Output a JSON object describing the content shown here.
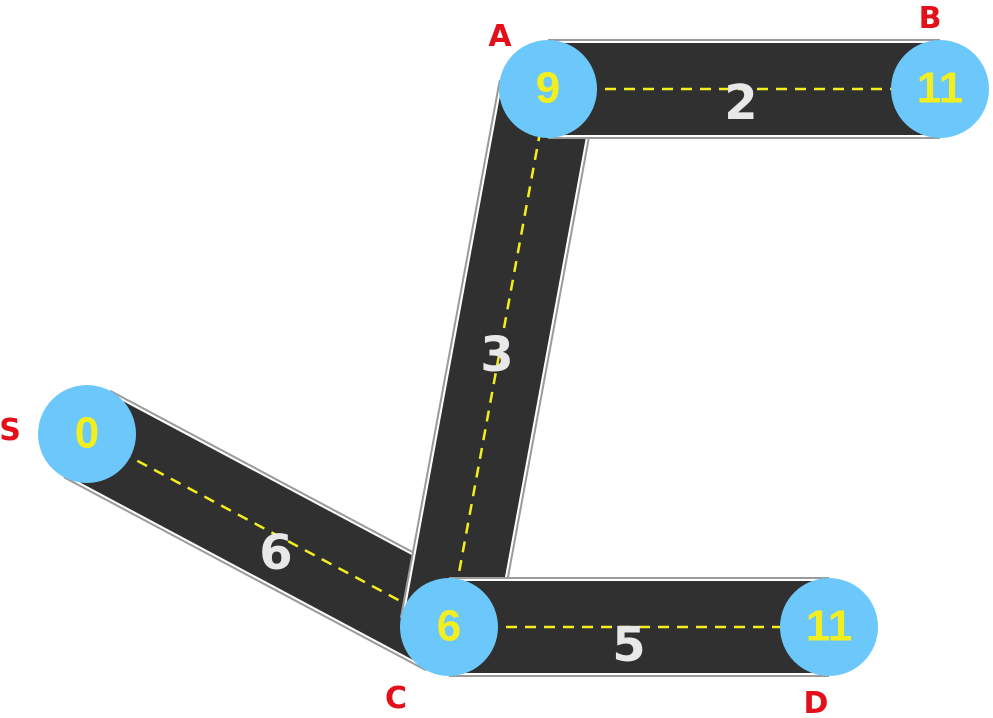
{
  "colors": {
    "road": "#303030",
    "road_edge": "#9a9a9a",
    "lane_line": "#f3ef1e",
    "node_fill": "#6cc8fb",
    "node_value": "#f3ef1e",
    "node_letter": "#e3101a",
    "weight_text": "#e8e8e8",
    "background": "#ffffff"
  },
  "nodes": [
    {
      "id": "S",
      "letter": "S",
      "value": "0"
    },
    {
      "id": "A",
      "letter": "A",
      "value": "9"
    },
    {
      "id": "B",
      "letter": "B",
      "value": "11"
    },
    {
      "id": "C",
      "letter": "C",
      "value": "6"
    },
    {
      "id": "D",
      "letter": "D",
      "value": "11"
    }
  ],
  "edges": [
    {
      "id": "S-C",
      "from": "S",
      "to": "C",
      "weight": "6"
    },
    {
      "id": "C-A",
      "from": "C",
      "to": "A",
      "weight": "3"
    },
    {
      "id": "A-B",
      "from": "A",
      "to": "B",
      "weight": "2"
    },
    {
      "id": "C-D",
      "from": "C",
      "to": "D",
      "weight": "5"
    }
  ]
}
